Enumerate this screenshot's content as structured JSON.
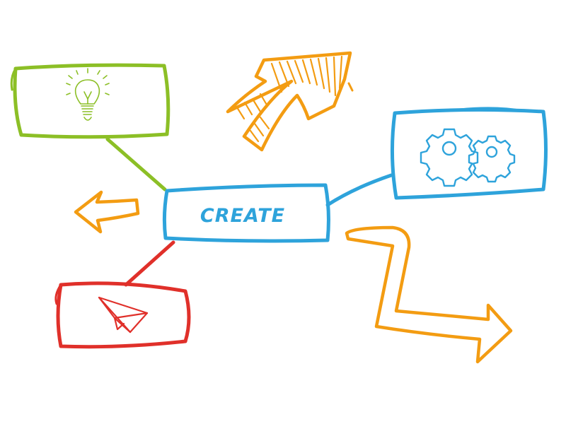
{
  "center": {
    "label": "CREATE",
    "color": "#2ea3db"
  },
  "nodes": [
    {
      "id": "idea",
      "icon": "lightbulb-icon",
      "color": "#8cbf26"
    },
    {
      "id": "process",
      "icon": "gears-icon",
      "color": "#2ea3db"
    },
    {
      "id": "send",
      "icon": "paper-plane-icon",
      "color": "#e0302a"
    }
  ],
  "arrows": {
    "color": "#f39c12",
    "items": [
      {
        "id": "arrow-left",
        "direction": "left"
      },
      {
        "id": "arrow-up-right",
        "direction": "up-right"
      },
      {
        "id": "arrow-right-zigzag",
        "direction": "right"
      }
    ]
  }
}
